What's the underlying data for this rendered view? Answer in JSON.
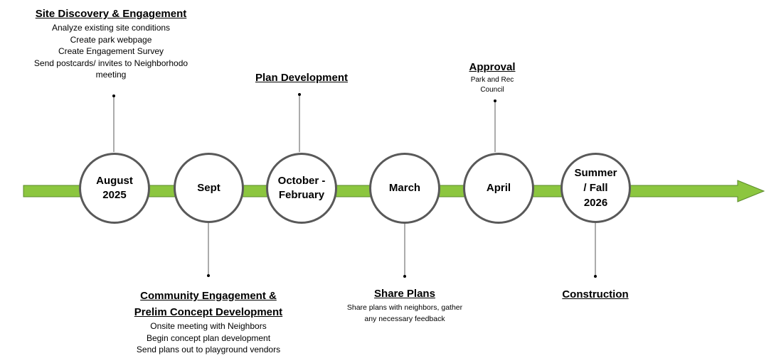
{
  "colors": {
    "arrow_fill": "#8cc63f",
    "arrow_stroke": "#5a8a2a",
    "circle_border": "#595959",
    "connector": "#595959"
  },
  "milestones": [
    {
      "label": "August\n2025"
    },
    {
      "label": "Sept"
    },
    {
      "label": "October -\nFebruary"
    },
    {
      "label": "March"
    },
    {
      "label": "April"
    },
    {
      "label": "Summer\n/ Fall\n2026"
    }
  ],
  "phases": {
    "site_discovery": {
      "title": "Site Discovery & Engagement",
      "lines": [
        "Analyze existing site conditions",
        "Create park webpage",
        "Create Engagement Survey",
        "Send postcards/ invites to Neighborhodo",
        "meeting"
      ]
    },
    "plan_development": {
      "title": "Plan Development"
    },
    "approval": {
      "title": "Approval",
      "lines": [
        "Park and Rec",
        "Council"
      ]
    },
    "community_engagement": {
      "title_lines": [
        "Community Engagement &",
        "Prelim Concept Development"
      ],
      "lines": [
        "Onsite meeting with Neighbors",
        "Begin concept plan development",
        "Send plans out to playground vendors"
      ]
    },
    "share_plans": {
      "title": "Share Plans",
      "lines": [
        "Share plans with neighbors, gather",
        "any necessary feedback"
      ]
    },
    "construction": {
      "title": "Construction"
    }
  }
}
